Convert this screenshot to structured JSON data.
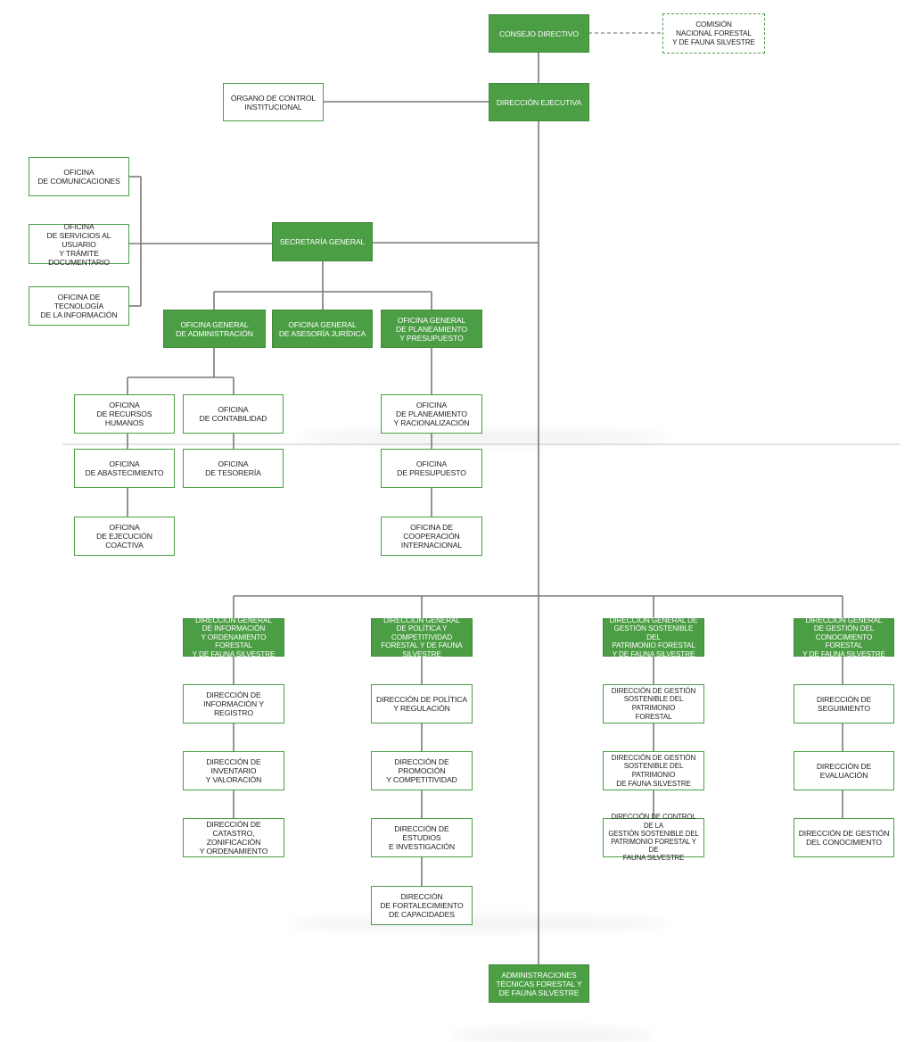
{
  "consejo_directivo": "Consejo Directivo",
  "comision_nacional": "Comisión\nNacional Forestal\ny de Fauna Silvestre",
  "direccion_ejecutiva": "Dirección Ejecutiva",
  "organo_control": "Órgano de Control\nInstitucional",
  "oficina_comunicaciones": "Oficina\nde Comunicaciones",
  "oficina_servicios": "Oficina\nde Servicios al Usuario\ny Trámite Documentario",
  "oficina_tecnologia": "Oficina de Tecnología\nde la Información",
  "secretaria_general": "Secretaría General",
  "og_administracion": "Oficina General\nde Administración",
  "og_asesoria": "Oficina General\nde Asesoría Jurídica",
  "og_planeamiento": "Oficina General\nde Planeamiento\ny Presupuesto",
  "of_rrhh": "Oficina\nde Recursos Humanos",
  "of_contabilidad": "Oficina\nde Contabilidad",
  "of_abastecimiento": "Oficina\nde Abastecimiento",
  "of_tesoreria": "Oficina\nde Tesorería",
  "of_ejecucion": "Oficina\nde Ejecución Coactiva",
  "of_planeamiento": "Oficina\nde Planeamiento\ny Racionalización",
  "of_presupuesto": "Oficina\nde Presupuesto",
  "of_cooperacion": "Oficina de\nCooperación\nInternacional",
  "dg_informacion": "Dirección General\nde Información\ny Ordenamiento Forestal\ny de Fauna Silvestre",
  "dg_politica": "Dirección General\nde Política y Competitividad\nForestal y de Fauna Silvestre",
  "dg_gestion": "Dirección General de\nGestión Sostenible del\nPatrimonio Forestal\ny de Fauna Silvestre",
  "dg_conocimiento": "Dirección General\nde Gestión del\nConocimiento Forestal\ny de Fauna Silvestre",
  "d_info_registro": "Dirección de\nInformación y Registro",
  "d_inventario": "Dirección de Inventario\ny Valoración",
  "d_catastro": "Dirección de Catastro,\nZonificación\ny Ordenamiento",
  "d_politica_regulacion": "Dirección de Política\ny Regulación",
  "d_promocion": "Dirección de Promoción\ny Competitividad",
  "d_estudios": "Dirección de Estudios\ne Investigación",
  "d_fortalecimiento": "Dirección\nde Fortalecimiento\nde Capacidades",
  "d_gs_patrimonio": "Dirección de Gestión\nSostenible del Patrimonio\nForestal",
  "d_gs_fauna": "Dirección de Gestión\nSostenible del Patrimonio\nde Fauna Silvestre",
  "d_control": "Dirección de Control de la\nGestión Sostenible del\nPatrimonio Forestal y de\nFauna Silvestre",
  "d_seguimiento": "Dirección de Seguimiento",
  "d_evaluacion": "Dirección de Evaluación",
  "d_gestion_conocimiento": "Dirección de Gestión\ndel Conocimiento",
  "administraciones_tecnicas": "Administraciones\nTécnicas Forestal y\nde Fauna Silvestre",
  "colors": {
    "green": "#4c9e45",
    "line": "#7a7a7a",
    "white_box_border": "#4c9e45"
  }
}
